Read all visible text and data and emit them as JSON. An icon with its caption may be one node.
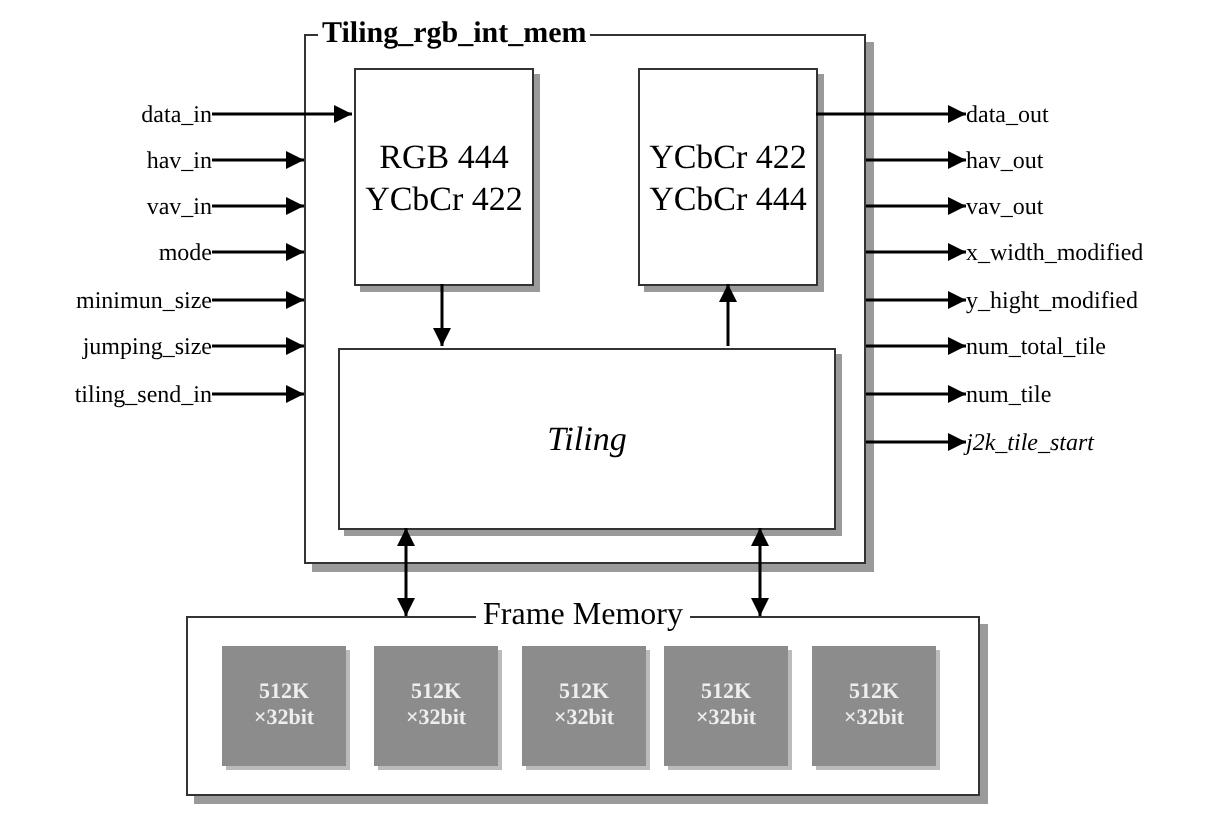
{
  "diagram": {
    "nodes": [
      {
        "text": [
          "Tiling_rgb_int_mem"
        ]
      },
      {
        "text": [
          "RGB 444 YCbCr 422"
        ],
        "in": 0
      },
      {
        "text": [
          "YCbCr 422 YCbCr 444"
        ],
        "in": 0
      },
      {
        "text": [
          "Tiling"
        ],
        "in": 0
      },
      {
        "text": [
          "Frame Memory"
        ]
      },
      {
        "text": [
          "512K ×32bit"
        ],
        "in": 4
      },
      {
        "text": [
          "512K ×32bit"
        ],
        "in": 4
      },
      {
        "text": [
          "512K ×32bit"
        ],
        "in": 4
      },
      {
        "text": [
          "512K ×32bit"
        ],
        "in": 4
      },
      {
        "text": [
          "512K ×32bit"
        ],
        "in": 4
      },
      {
        "text": [
          "data_in"
        ]
      },
      {
        "text": [
          "hav_in"
        ]
      },
      {
        "text": [
          "vav_in"
        ]
      },
      {
        "text": [
          "mode"
        ]
      },
      {
        "text": [
          "minimun_size"
        ]
      },
      {
        "text": [
          "jumping_size"
        ]
      },
      {
        "text": [
          "tiling_send_in"
        ]
      },
      {
        "text": [
          "data_out"
        ]
      },
      {
        "text": [
          "hav_out"
        ]
      },
      {
        "text": [
          "vav_out"
        ]
      },
      {
        "text": [
          "x_width_modified"
        ]
      },
      {
        "text": [
          "y_hight_modified"
        ]
      },
      {
        "text": [
          "num_total_tile"
        ]
      },
      {
        "text": [
          "num_tile"
        ]
      },
      {
        "text": [
          "j2k_tile_start"
        ]
      }
    ],
    "edges": [
      {
        "from": 10,
        "to": 1,
        "arrow": "to"
      },
      {
        "from": 11,
        "to": 0,
        "arrow": "to"
      },
      {
        "from": 12,
        "to": 0,
        "arrow": "to"
      },
      {
        "from": 13,
        "to": 0,
        "arrow": "to"
      },
      {
        "from": 14,
        "to": 0,
        "arrow": "to"
      },
      {
        "from": 15,
        "to": 0,
        "arrow": "to"
      },
      {
        "from": 16,
        "to": 0,
        "arrow": "to"
      },
      {
        "from": 2,
        "to": 17,
        "arrow": "to"
      },
      {
        "from": 0,
        "to": 18,
        "arrow": "to"
      },
      {
        "from": 0,
        "to": 19,
        "arrow": "to"
      },
      {
        "from": 0,
        "to": 20,
        "arrow": "to"
      },
      {
        "from": 0,
        "to": 21,
        "arrow": "to"
      },
      {
        "from": 0,
        "to": 22,
        "arrow": "to"
      },
      {
        "from": 0,
        "to": 23,
        "arrow": "to"
      },
      {
        "from": 0,
        "to": 24,
        "arrow": "to"
      },
      {
        "from": 1,
        "to": 3,
        "arrow": "to"
      },
      {
        "from": 3,
        "to": 2,
        "arrow": "to"
      },
      {
        "from": 3,
        "to": 4,
        "arrow": "both"
      },
      {
        "from": 3,
        "to": 4,
        "arrow": "both"
      }
    ]
  }
}
